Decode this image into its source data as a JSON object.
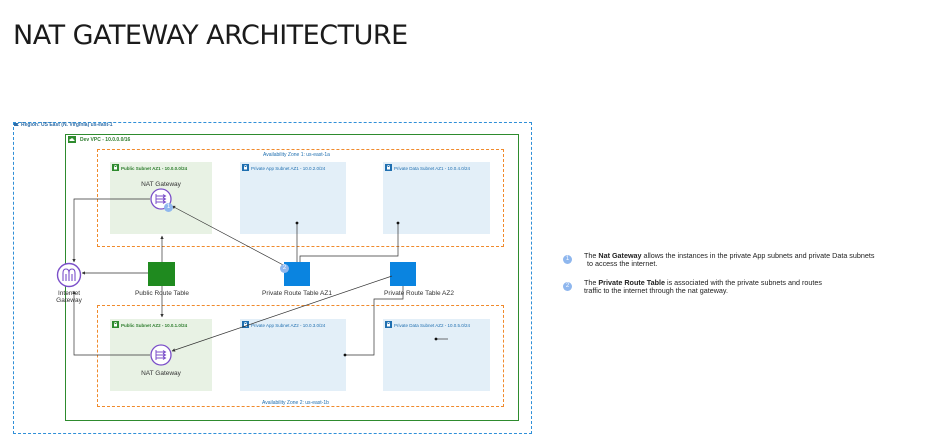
{
  "title": "NAT GATEWAY ARCHITECTURE",
  "diagram": {
    "region_label": "Region: US East (N. Virginia) us-east-1",
    "vpc_label": "Dev VPC - 10.0.0.0/16",
    "az1_label": "Availability Zone 1: us-east-1a",
    "az2_label": "Availability Zone 2: us-east-1b",
    "subnets": {
      "public_az1": "Public Subnet AZ1 - 10.0.0.0/24",
      "private_app_az1": "Private App Subnet AZ1 - 10.0.2.0/24",
      "private_data_az1": "Private Data Subnet AZ1 - 10.0.4.0/24",
      "public_az2": "Public Subnet AZ2 - 10.0.1.0/24",
      "private_app_az2": "Private App Subnet AZ2 - 10.0.3.0/24",
      "private_data_az2": "Private Data Subnet AZ2 - 10.0.5.0/24"
    },
    "nat_gateway_az1": "NAT Gateway",
    "nat_gateway_az2": "NAT Gateway",
    "internet_gateway": "Internet Gateway",
    "public_route_table": "Public Route Table",
    "private_route_table_az1": "Private Route Table AZ1",
    "private_route_table_az2": "Private Route Table AZ2",
    "badge_1": "1",
    "badge_2": "2"
  },
  "legend": [
    {
      "number": "1",
      "prefix": "The ",
      "bold": "Nat Gateway",
      "line1": " allows the instances in the private App subnets and private Data subnets",
      "line2": "to access the internet."
    },
    {
      "number": "2",
      "prefix": "The ",
      "bold": "Private Route Table",
      "line1": " is associated with the private subnets and routes",
      "line2": "traffic to the internet through the nat gateway."
    }
  ],
  "colors": {
    "region_border": "#2f8fd8",
    "vpc_border": "#2e8b2e",
    "az_border": "#f08a2c",
    "public_subnet_fill": "#e8f2e4",
    "private_subnet_fill": "#e3eff8",
    "public_route_table": "#1f8a1f",
    "private_route_table": "#0a84e0",
    "nat_icon": "#7b4fc9"
  }
}
